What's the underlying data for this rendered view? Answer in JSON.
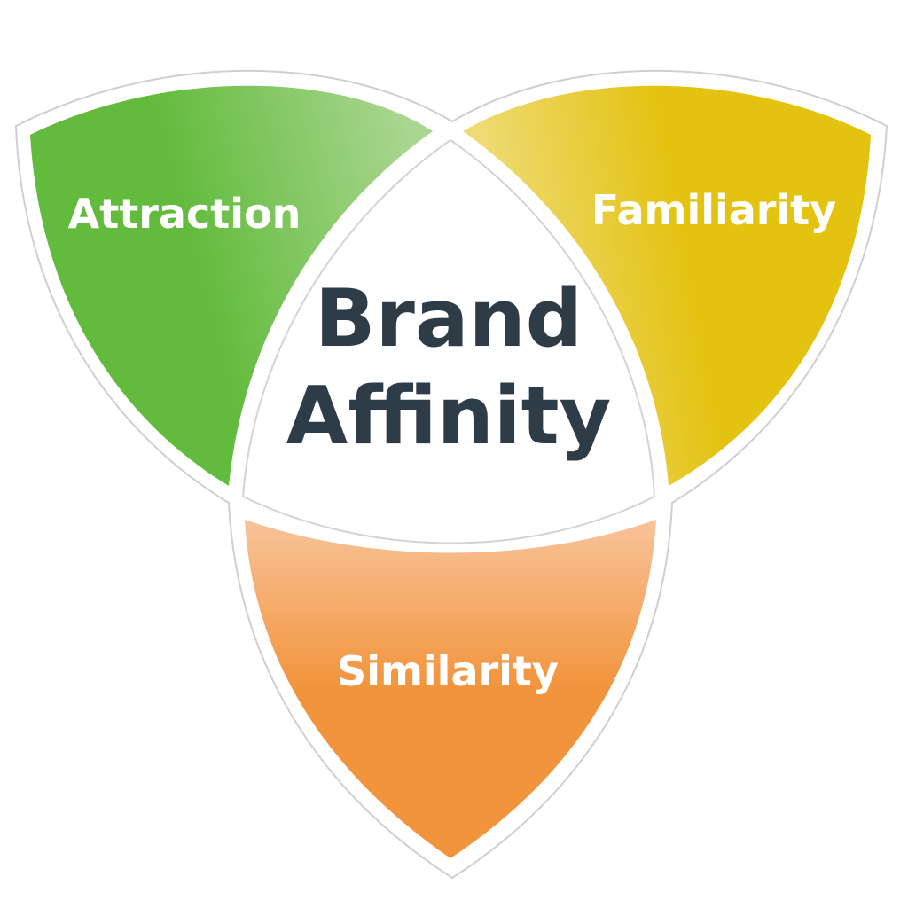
{
  "diagram": {
    "center": {
      "line1": "Brand",
      "line2": "Affinity"
    },
    "petals": [
      {
        "label": "Attraction",
        "color": "#62bb3c",
        "highlight": "#a9d690"
      },
      {
        "label": "Familiarity",
        "color": "#e3c210",
        "highlight": "#f1e08a"
      },
      {
        "label": "Similarity",
        "color": "#f2943c",
        "highlight": "#f8c39a"
      }
    ],
    "center_fill": "#ffffff",
    "outline_color": "#c8c8c8"
  }
}
